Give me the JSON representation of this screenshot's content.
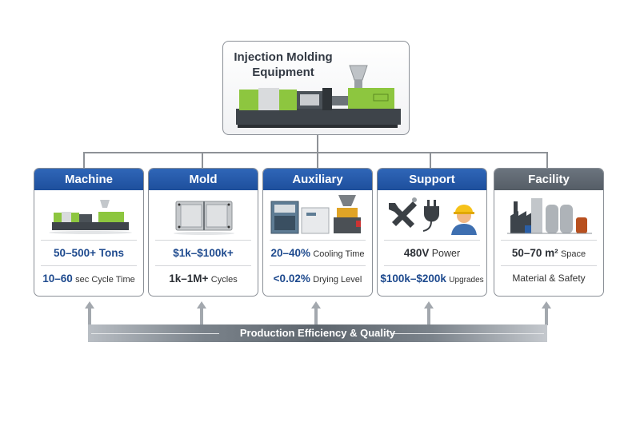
{
  "diagram": {
    "title": "Injection Molding Equipment",
    "title_line1": "Injection Molding",
    "title_line2": "Equipment",
    "top_image": "injection-molding-machine",
    "categories": [
      {
        "name": "Machine",
        "image": "injection-molding-machine",
        "metrics": [
          {
            "value": "50–500+ Tons",
            "unit": ""
          },
          {
            "value": "10–60",
            "unit": "sec Cycle Time"
          }
        ]
      },
      {
        "name": "Mold",
        "image": "mold-block",
        "metrics": [
          {
            "value": "$1k–$100k+",
            "unit": ""
          },
          {
            "value": "1k–1M+",
            "unit": "Cycles"
          }
        ]
      },
      {
        "name": "Auxiliary",
        "image": "chiller-dryer-loader",
        "metrics": [
          {
            "value": "20–40%",
            "unit": "Cooling Time"
          },
          {
            "value": "<0.02%",
            "unit": "Drying Level"
          }
        ]
      },
      {
        "name": "Support",
        "image": "wrench-plug-worker",
        "metrics": [
          {
            "value": "480V",
            "unit": "Power"
          },
          {
            "value": "$100k–$200k",
            "unit": "Upgrades"
          }
        ]
      },
      {
        "name": "Facility",
        "image": "factory-silos",
        "metrics": [
          {
            "value": "50–70 m²",
            "unit": "Space"
          },
          {
            "value": "",
            "unit": "Material & Safety"
          }
        ]
      }
    ],
    "footer": "Production Efficiency & Quality",
    "colors": {
      "header_blue": "#2a5eaf",
      "header_gray": "#5f6770",
      "value_blue": "#1e4a8e",
      "connector": "#8e9297"
    }
  }
}
